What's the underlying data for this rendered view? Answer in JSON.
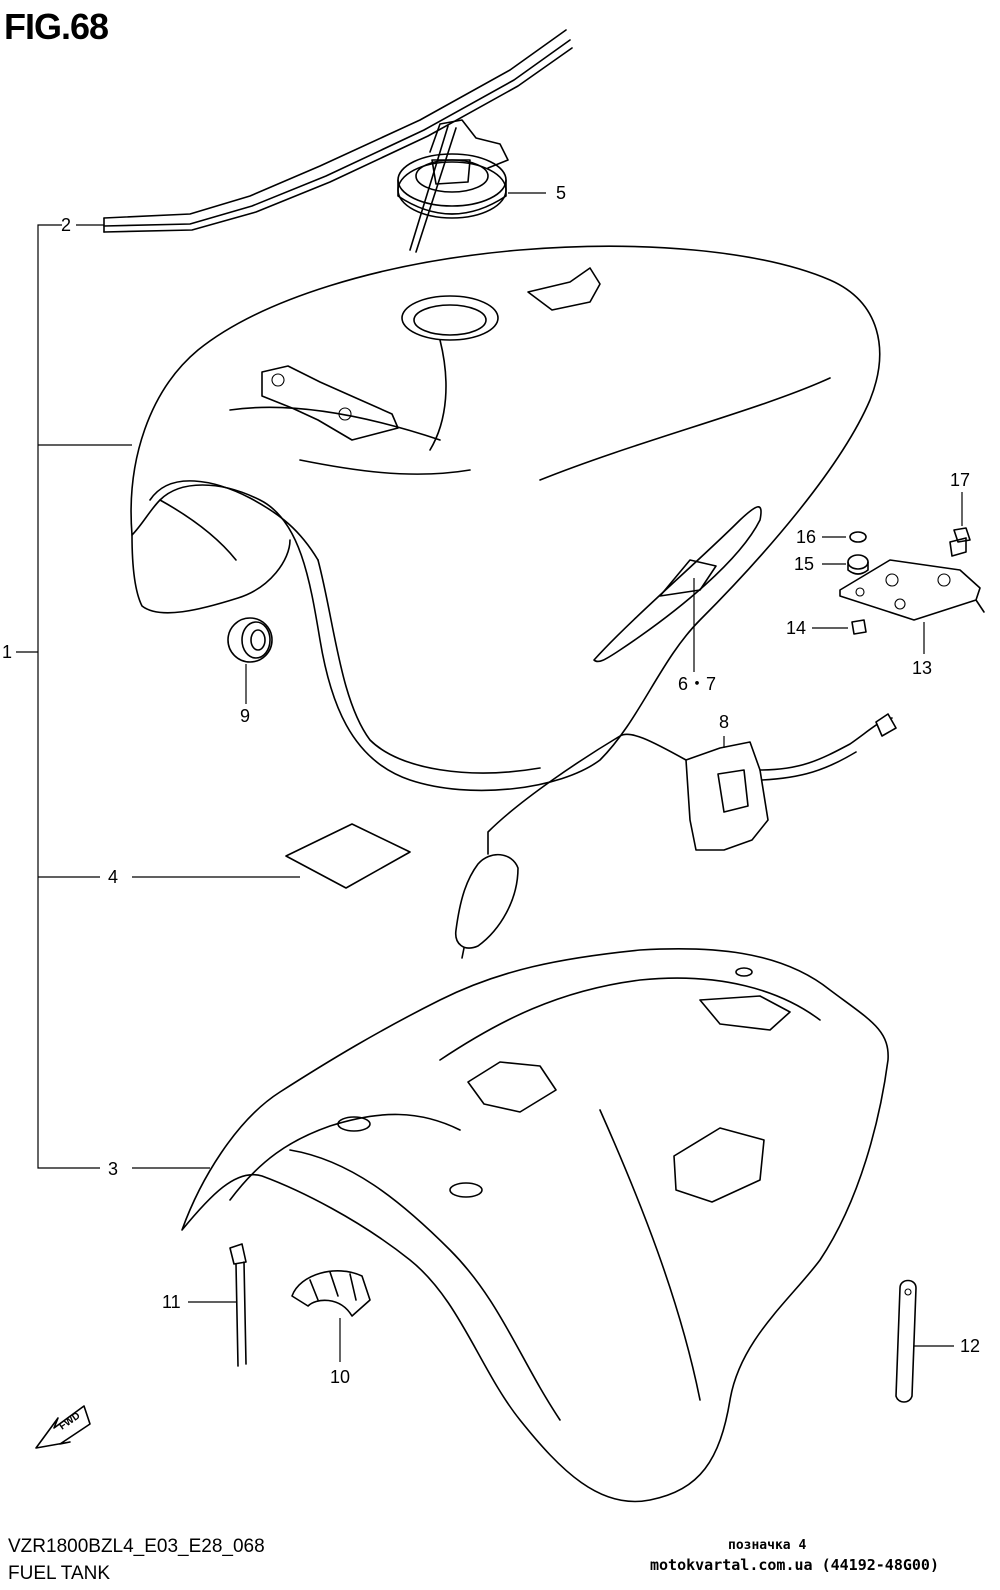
{
  "figure": {
    "title": "FIG.68",
    "model_code": "VZR1800BZL4_E03_E28_068",
    "name": "FUEL TANK",
    "note": "позначка 4",
    "site": "motokvartal.com.ua (44192-48G00)",
    "fwd_label": "FWD"
  },
  "callouts": [
    {
      "id": "1",
      "label": "1"
    },
    {
      "id": "2",
      "label": "2"
    },
    {
      "id": "3",
      "label": "3"
    },
    {
      "id": "4",
      "label": "4"
    },
    {
      "id": "5",
      "label": "5"
    },
    {
      "id": "6-7",
      "label": "6・7"
    },
    {
      "id": "8",
      "label": "8"
    },
    {
      "id": "9",
      "label": "9"
    },
    {
      "id": "10",
      "label": "10"
    },
    {
      "id": "11",
      "label": "11"
    },
    {
      "id": "12",
      "label": "12"
    },
    {
      "id": "13",
      "label": "13"
    },
    {
      "id": "14",
      "label": "14"
    },
    {
      "id": "15",
      "label": "15"
    },
    {
      "id": "16",
      "label": "16"
    },
    {
      "id": "17",
      "label": "17"
    }
  ]
}
